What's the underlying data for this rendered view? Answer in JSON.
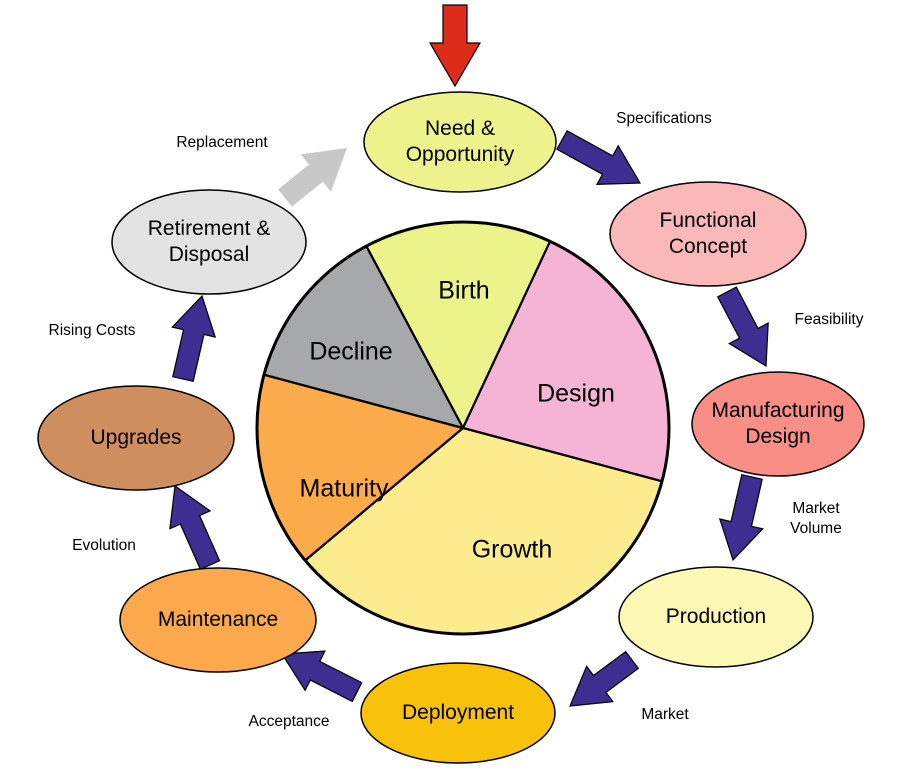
{
  "diagram": {
    "entry_arrow_color": "#dd2c1a",
    "main_arrow_color": "#3e2e92",
    "return_arrow_color": "#c8c8c8",
    "outline_color": "#000000",
    "stages": [
      {
        "id": "need",
        "label": [
          "Need &",
          "Opportunity"
        ],
        "color": "#eef28c"
      },
      {
        "id": "functional",
        "label": [
          "Functional",
          "Concept"
        ],
        "color": "#fbb8b8"
      },
      {
        "id": "manufacturing",
        "label": [
          "Manufacturing",
          "Design"
        ],
        "color": "#f98e86"
      },
      {
        "id": "production",
        "label": [
          "Production"
        ],
        "color": "#fef8b5"
      },
      {
        "id": "deployment",
        "label": [
          "Deployment"
        ],
        "color": "#f9c20a"
      },
      {
        "id": "maintenance",
        "label": [
          "Maintenance"
        ],
        "color": "#fba94c"
      },
      {
        "id": "upgrades",
        "label": [
          "Upgrades"
        ],
        "color": "#cf8e5d"
      },
      {
        "id": "retirement",
        "label": [
          "Retirement &",
          "Disposal"
        ],
        "color": "#e3e3e3"
      }
    ],
    "transitions": [
      {
        "id": "specifications",
        "label": [
          "Specifications"
        ]
      },
      {
        "id": "feasibility",
        "label": [
          "Feasibility"
        ]
      },
      {
        "id": "market-volume",
        "label": [
          "Market",
          "Volume"
        ]
      },
      {
        "id": "market",
        "label": [
          "Market"
        ]
      },
      {
        "id": "acceptance",
        "label": [
          "Acceptance"
        ]
      },
      {
        "id": "evolution",
        "label": [
          "Evolution"
        ]
      },
      {
        "id": "rising-costs",
        "label": [
          "Rising Costs"
        ]
      },
      {
        "id": "replacement",
        "label": [
          "Replacement"
        ]
      }
    ],
    "phases": [
      {
        "id": "birth",
        "label": "Birth",
        "color": "#ebf38a"
      },
      {
        "id": "design",
        "label": "Design",
        "color": "#f5b3d6"
      },
      {
        "id": "growth",
        "label": "Growth",
        "color": "#fdec8e"
      },
      {
        "id": "maturity",
        "label": "Maturity",
        "color": "#fcab4a"
      },
      {
        "id": "decline",
        "label": "Decline",
        "color": "#a7a8aa"
      }
    ]
  }
}
